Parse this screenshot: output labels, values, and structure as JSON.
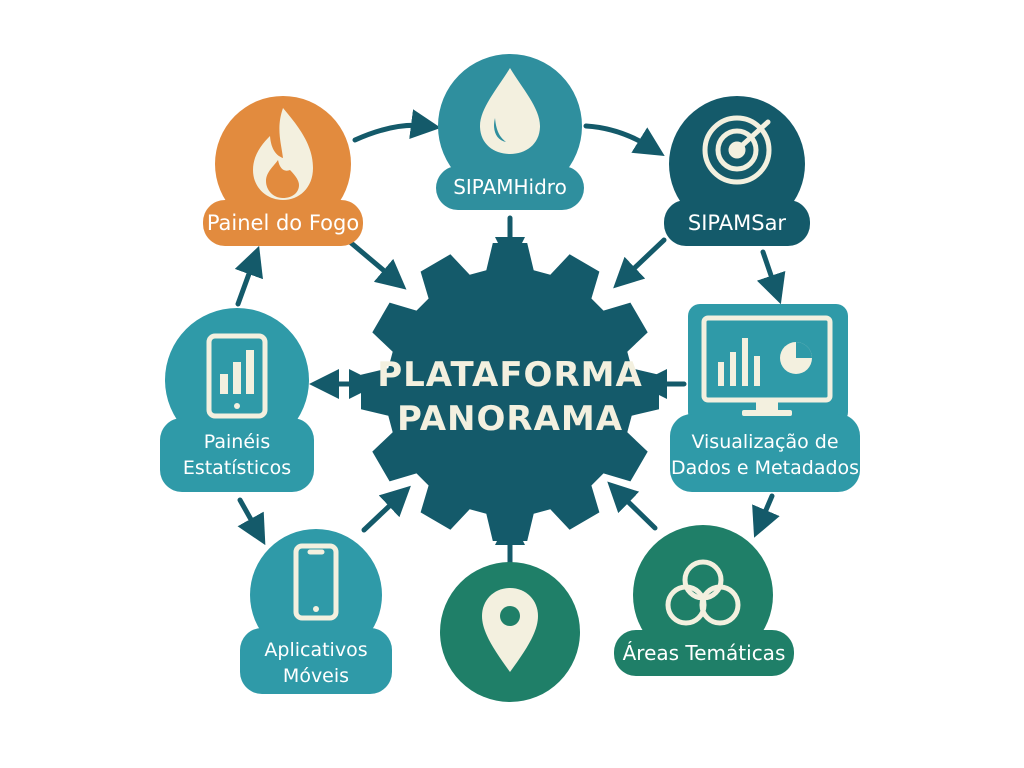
{
  "hub": {
    "line1": "PLATAFORMA",
    "line2": "PANORAMA"
  },
  "nodes": {
    "painel_fogo": {
      "label": "Painel do Fogo",
      "icon": "flame-icon",
      "color": "#e28b3e"
    },
    "sipamhidro": {
      "label": "SIPAMHidro",
      "icon": "water-drop-icon",
      "color": "#2f8f9e"
    },
    "sipamsar": {
      "label": "SIPAMSar",
      "icon": "radar-icon",
      "color": "#145a6a"
    },
    "visualizacao": {
      "line1": "Visualização de",
      "line2": "Dados e Metadados",
      "icon": "monitor-chart-icon",
      "color": "#2f9aa8"
    },
    "areas_tematicas": {
      "label": "Áreas Temáticas",
      "icon": "overlapping-circles-icon",
      "color": "#1f7f68"
    },
    "localizacao": {
      "icon": "map-pin-icon",
      "color": "#1f7f68"
    },
    "aplicativos_moveis": {
      "line1": "Aplicativos",
      "line2": "Móveis",
      "icon": "smartphone-icon",
      "color": "#2f9aa8"
    },
    "paineis_estatisticos": {
      "line1": "Painéis",
      "line2": "Estatísticos",
      "icon": "tablet-bar-chart-icon",
      "color": "#2f9aa8"
    }
  },
  "colors": {
    "hub": "#145a6a",
    "connector": "#145a6a",
    "icon_fill": "#f3f0df"
  }
}
